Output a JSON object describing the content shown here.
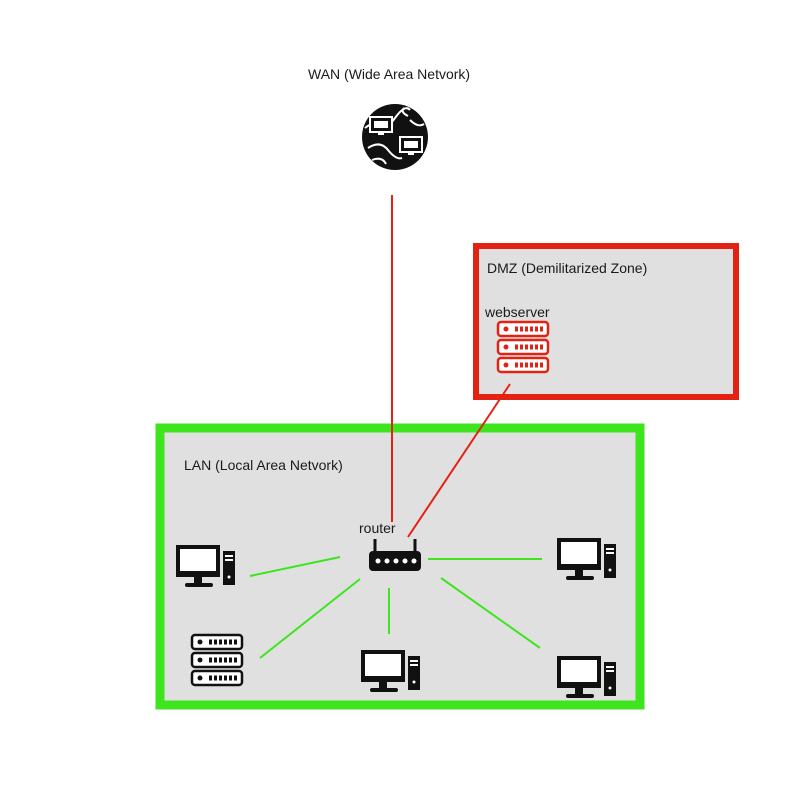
{
  "wan": {
    "label": "WAN (Wide Area Netvork)",
    "icon": "globe-network-icon"
  },
  "dmz": {
    "label": "DMZ  (Demilitarized Zone)",
    "border_color": "#e32214",
    "fill_color": "#e0e0e0"
  },
  "webserver": {
    "label": "webserver",
    "icon": "server-rack-icon",
    "color": "#e32214"
  },
  "lan": {
    "label": "LAN  (Local Area Netvork)",
    "border_color": "#3ee51e",
    "fill_color": "#e0e0e0"
  },
  "router": {
    "label": "router",
    "icon": "router-icon"
  },
  "lan_devices": [
    {
      "name": "desktop-left",
      "icon": "desktop-computer-icon"
    },
    {
      "name": "desktop-right-top",
      "icon": "desktop-computer-icon"
    },
    {
      "name": "server-left",
      "icon": "server-rack-icon"
    },
    {
      "name": "desktop-bottom-center",
      "icon": "desktop-computer-icon"
    },
    {
      "name": "desktop-right-bottom",
      "icon": "desktop-computer-icon"
    }
  ],
  "link_colors": {
    "external": "#e32214",
    "internal": "#3ee51e"
  }
}
